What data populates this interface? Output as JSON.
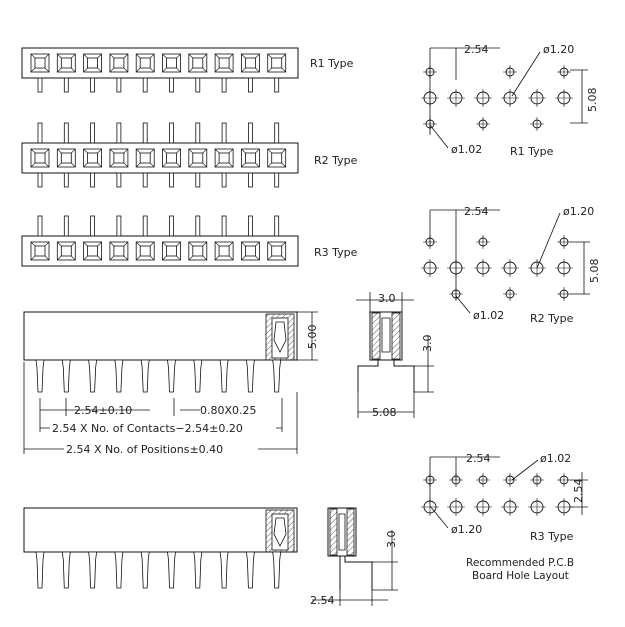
{
  "types": {
    "r1": "R1 Type",
    "r2": "R2 Type",
    "r3": "R3 Type"
  },
  "pcb": {
    "r1": {
      "pitch": "2.54",
      "big_hole": "ø1.20",
      "small_hole": "ø1.02",
      "row": "5.08",
      "type": "R1 Type"
    },
    "r2": {
      "pitch": "2.54",
      "big_hole": "ø1.20",
      "small_hole": "ø1.02",
      "row": "5.08",
      "type": "R2 Type"
    },
    "r3": {
      "pitch": "2.54",
      "big_hole": "ø1.02",
      "small_hole": "ø1.20",
      "row": "2.54",
      "type": "R3 Type"
    },
    "note_line1": "Recommended P.C.B",
    "note_line2": "Board Hole Layout"
  },
  "side1": {
    "height": "5.00",
    "pitch": "2.54±0.10",
    "pin": "0.80X0.25",
    "contacts": "2.54 X No. of Contacts−2.54±0.20",
    "positions": "2.54 X No. of Positions±0.40"
  },
  "end1": {
    "width": "3.0",
    "tail": "3.0",
    "span": "5.08"
  },
  "end2": {
    "tail": "3.0",
    "span": "2.54"
  }
}
